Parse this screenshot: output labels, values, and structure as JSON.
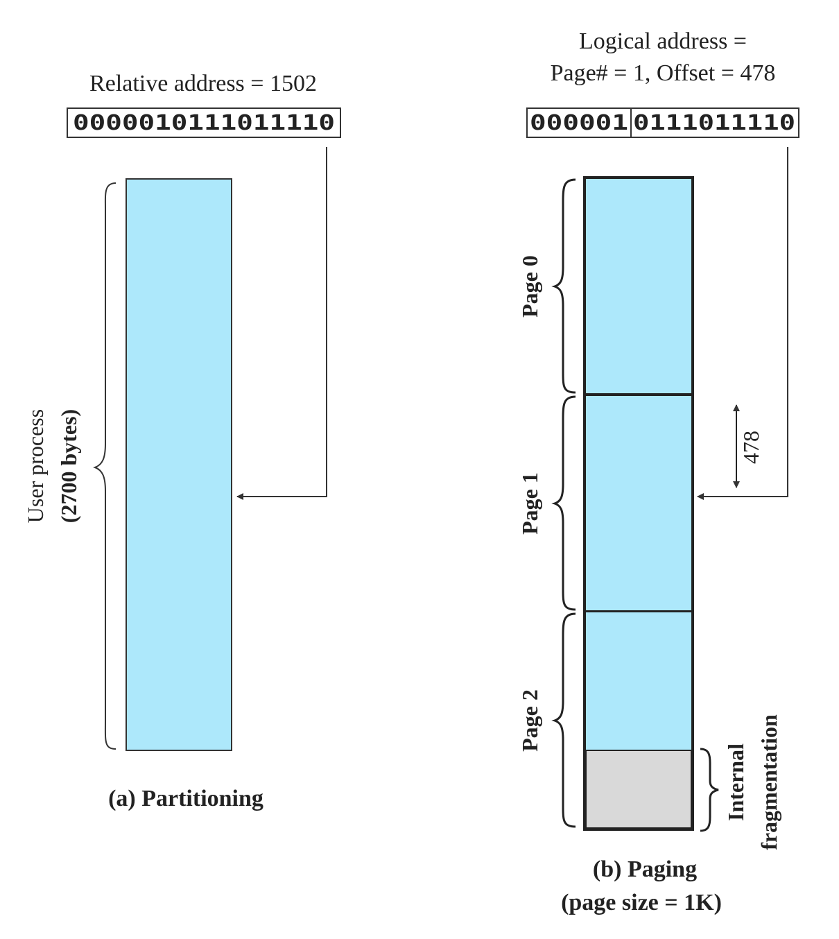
{
  "colors": {
    "process_fill": "#ade8fb",
    "fragment_fill": "#d9d9d9",
    "line": "#333333",
    "text": "#222222"
  },
  "partitioning": {
    "address_label": "Relative address = 1502",
    "address_bits": "0000010111011110",
    "process_label_line1": "User process",
    "process_label_line2": "(2700 bytes)",
    "caption": "(a) Partitioning"
  },
  "paging": {
    "address_label_line1": "Logical address =",
    "address_label_line2": "Page# = 1, Offset = 478",
    "page_bits": "000001",
    "offset_bits": "0111011110",
    "pages": [
      "Page 0",
      "Page 1",
      "Page 2"
    ],
    "offset_label": "478",
    "fragment_label_line1": "Internal",
    "fragment_label_line2": "fragmentation",
    "caption_line1": "(b) Paging",
    "caption_line2": "(page size = 1K)"
  }
}
